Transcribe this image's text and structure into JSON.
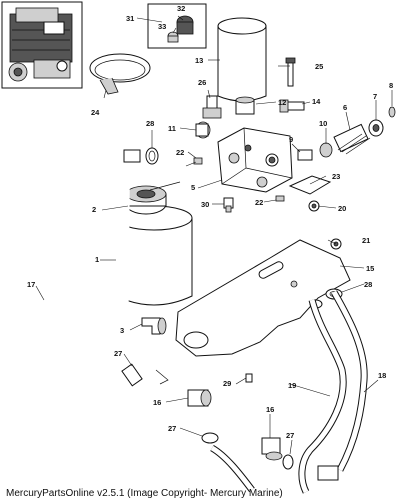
{
  "callouts": [
    "1",
    "2",
    "3",
    "5",
    "6",
    "7",
    "8",
    "9",
    "10",
    "11",
    "12",
    "13",
    "14",
    "15",
    "16",
    "16",
    "17",
    "18",
    "19",
    "20",
    "21",
    "22",
    "22",
    "23",
    "24",
    "25",
    "26",
    "27",
    "27",
    "27",
    "28",
    "28",
    "29",
    "30",
    "31",
    "32",
    "33"
  ],
  "footer": "MercuryPartsOnline v2.5.1 (Image Copyright- Mercury Marine)"
}
